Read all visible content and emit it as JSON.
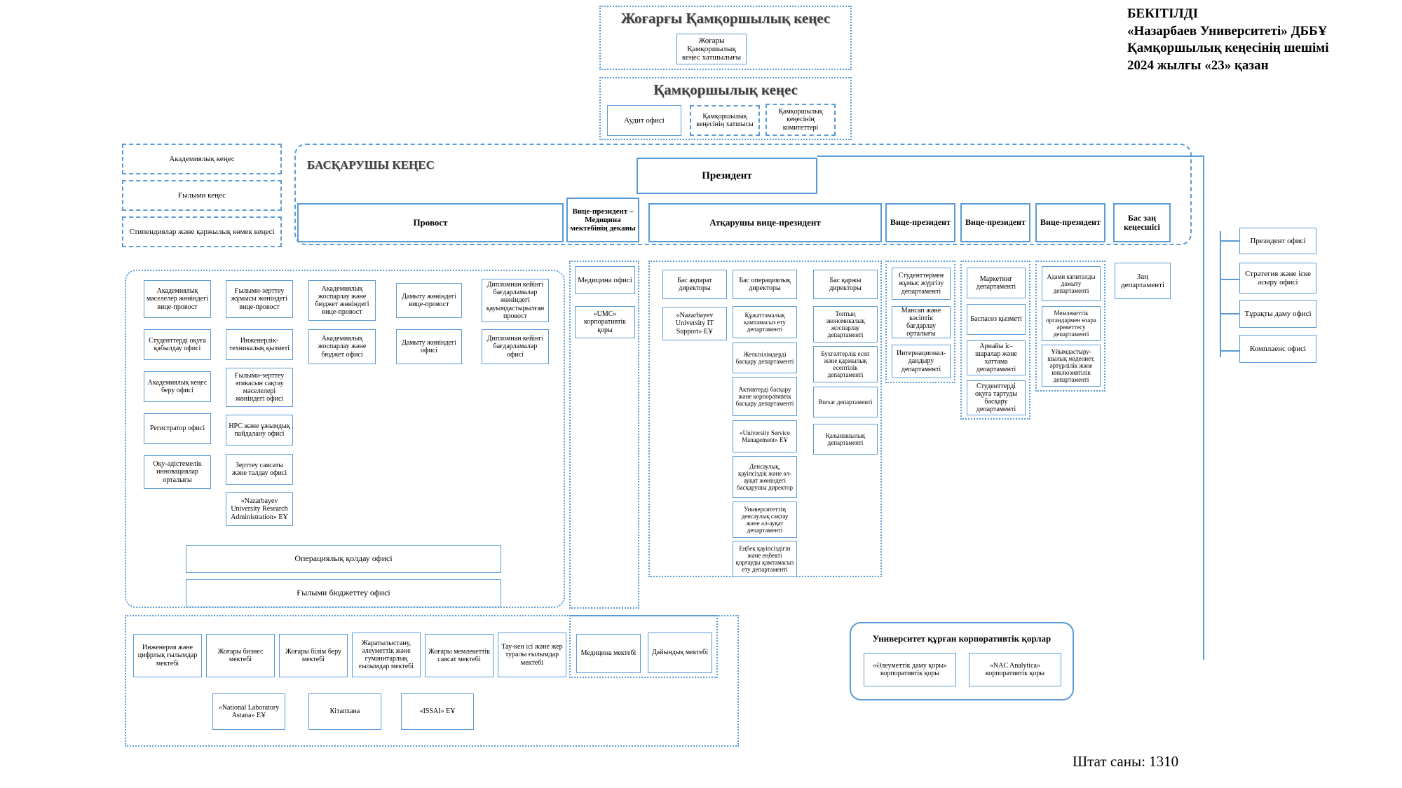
{
  "approval": {
    "lines": [
      "БЕКІТІЛДІ",
      "«Назарбаев Университеті» ДББҰ",
      "Қамқоршылық кеңесінің шешімі",
      "2024 жылғы «23» қазан"
    ]
  },
  "staff_count_label": "Штат саны: 1310",
  "supreme_council": {
    "title": "Жоғарғы Қамқоршылық кеңес",
    "secretariat": "Жоғары Қамқоршылық кеңес хатшылығы"
  },
  "board_of_trustees": {
    "title": "Қамқоршылық кеңес",
    "audit_office": "Аудит офисі",
    "secretary": "Қамқоршылық кеңесінің хатшысы",
    "committees": "Қамқоршылық кеңесінің комитеттері"
  },
  "left_councils": [
    "Академиялық кеңес",
    "Ғылыми кеңес",
    "Стипендиялар және қаржылық көмек кеңесі"
  ],
  "governing_board": {
    "title": "БАСҚАРУШЫ КЕҢЕС",
    "president": "Президент",
    "executives": [
      "Провост",
      "Вице-президент – Медицина мектебінің деканы",
      "Атқарушы вице-президент",
      "Вице-президент",
      "Вице-президент",
      "Вице-президент",
      "Бас заң кеңесшісі"
    ]
  },
  "president_offices": [
    "Президент офисі",
    "Стратегия және іске асыру офисі",
    "Тұрақты даму офисі",
    "Комплаенс офисі"
  ],
  "legal_department": "Заң департаменті",
  "provost_columns": [
    [
      "Академиялық мәселелер жөніндегі вице-провост",
      "Студенттерді оқуға қабылдау офисі",
      "Академиялық кеңес беру офисі",
      "Регистратор офисі",
      "Оқу-әдістемелік инновациялар орталығы"
    ],
    [
      "Ғылыми-зерттеу жұмысы жөніндегі вице-провост",
      "Инженерлік-техникалық қызметі",
      "Ғылыми-зерттеу этикасын сақтау мәселелері жөніндегі офисі",
      "НРС және ұжымдық пайдалану офисі",
      "Зерттеу саясаты және талдау офисі",
      "«Nazarbayev University Research Administration» ЕҰ"
    ],
    [
      "Академиялық жоспарлау және бюджет жөніндегі вице-провост",
      "Академиялық жоспарлау және бюджет офисі"
    ],
    [
      "Дамыту жөніндегі вице-провост",
      "Дамыту жөніндегі офисі"
    ],
    [
      "Дипломнан кейінгі бағдарламалар жөніндегі қауымдастырылған провост",
      "Дипломнан кейінгі бағдарламалар офисі"
    ]
  ],
  "provost_wide": [
    "Операциялық қолдау офисі",
    "Ғылыми бюджеттеу офисі"
  ],
  "medicine_column": [
    "Медицина офисі",
    "«UMC» корпоративтік қоры"
  ],
  "evp_columns": [
    [
      "Бас ақпарат директоры",
      "«Nazarbayev University IT Support» ЕҰ"
    ],
    [
      "Бас операциялық директоры",
      "Құжаттамалық қамтамасыз ету департаменті",
      "Жеткізілімдерді басқару департаменті",
      "Активтерді басқару және корпоративтік басқару департаменті",
      "«University Service Management» ЕҰ",
      "Денсаулық, қауіпсіздік және әл-ауқат жөніндегі басқарушы директор",
      "Университеттің денсаулық сақтау және әл-ауқат департаменті",
      "Еңбек қауіпсіздігін және еңбекті қорғауды қамтамасыз ету департаменті"
    ],
    [
      "Бас қаржы директоры",
      "Топтың экономикалық жоспарлау департаменті",
      "Бухгалтерлік есеп және қаржылық есептілік департаменті",
      "Bursar департаменті",
      "Қазынашылық департаменті"
    ]
  ],
  "vp_columns": [
    [
      "Студенттермен жұмыс жүргізу департаменті",
      "Мансап және кәсіптік бағдарлау орталығы",
      "Интернационал-дандыру департаменті"
    ],
    [
      "Маркетинг департаменті",
      "Баспасөз қызметі",
      "Арнайы іс-шаралар және хаттама департаменті",
      "Студенттерді оқуға тартуды басқару департаменті"
    ],
    [
      "Адами капиталды дамыту департаменті",
      "Мемлекеттік органдармен өзара әрекеттесу департаменті",
      "Ұйымдастыру-шылық мәдениет, әртүрлілік және инклюзивтілік департаменті"
    ]
  ],
  "schools_row1": [
    "Инженерия және цифрлық ғылымдар мектебі",
    "Жоғары бизнес мектебі",
    "Жоғары білім беру мектебі",
    "Жаратылыстану, әлеуметтік және гуманитарлық ғылымдар мектебі",
    "Жоғары мемлекеттік саясат мектебі",
    "Тау-кен ісі және жер туралы ғылымдар мектебі"
  ],
  "schools_row2": [
    "«National Laboratory Astana» ЕҰ",
    "Кітапхана",
    "«ISSAI» ЕҰ"
  ],
  "medicine_schools": [
    "Медицина мектебі",
    "Дайындық мектебі"
  ],
  "corporate_funds": {
    "title": "Университет құрған корпоративтік қорлар",
    "items": [
      "«Әлеуметтік даму қоры» корпоративтік қоры",
      "«NAC Analytica» корпоративтік қоры"
    ]
  },
  "colors": {
    "border": "#5b9bd5",
    "title_text": "#404040"
  }
}
